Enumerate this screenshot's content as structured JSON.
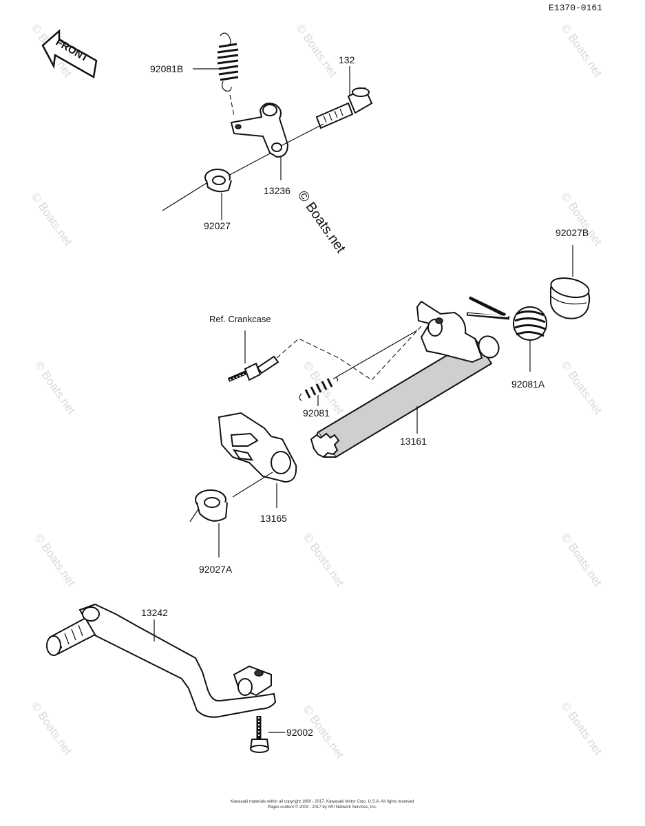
{
  "diagram_id": "E1370-0161",
  "front_label": "FRONT",
  "watermark": "© Boats.net",
  "parts": {
    "p92081B": "92081B",
    "p132": "132",
    "p13236": "13236",
    "p92027": "92027",
    "p92027B": "92027B",
    "ref_crankcase": "Ref. Crankcase",
    "p92081A": "92081A",
    "p92081": "92081",
    "p13161": "13161",
    "p13165": "13165",
    "p92027A": "92027A",
    "p13242": "13242",
    "p92002": "92002"
  },
  "footer": {
    "line1": "Kawasaki materials within all copyright 1960 - 2017. Kawasaki Motor Corp. U.S.A. All rights reserved",
    "line2": "Pages content © 2004 - 2017 by ARI Network Services, Inc."
  }
}
